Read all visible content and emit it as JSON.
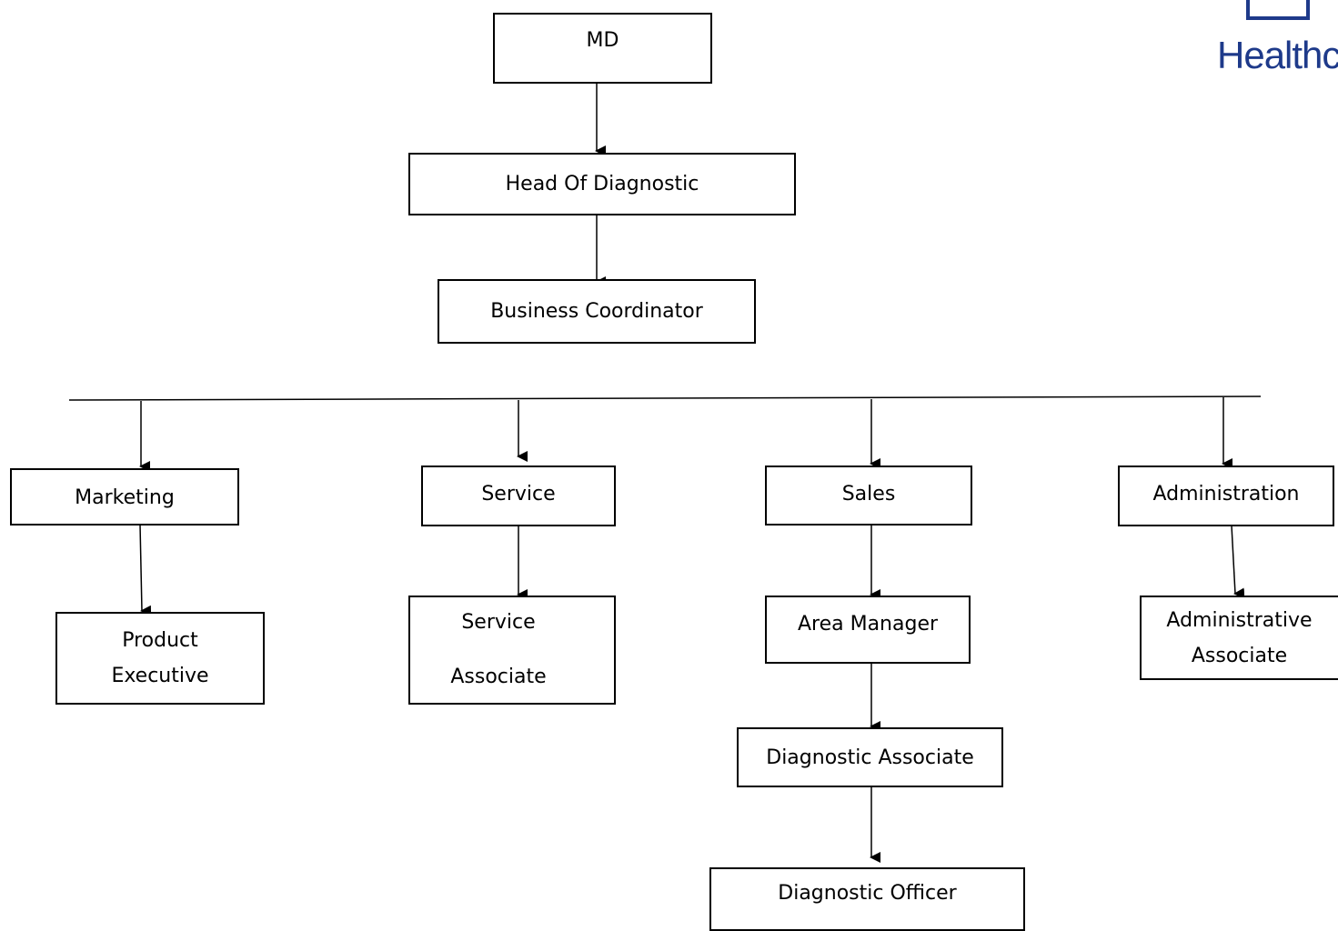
{
  "org_chart": {
    "md": "MD",
    "head_of_diagnostic": "Head Of Diagnostic",
    "business_coordinator": "Business Coordinator",
    "departments": {
      "marketing": "Marketing",
      "service": "Service",
      "sales": "Sales",
      "administration": "Administration"
    },
    "roles": {
      "product_executive": [
        "Product",
        "Executive"
      ],
      "service_associate": [
        "Service",
        "Associate"
      ],
      "area_manager": "Area Manager",
      "diagnostic_associate": "Diagnostic Associate",
      "diagnostic_officer": "Diagnostic Officer",
      "administrative_associate": [
        "Administrative",
        "Associate"
      ]
    }
  },
  "logo": {
    "text": "Healthc",
    "color": "#1e3a8a"
  },
  "colors": {
    "line": "#000000",
    "box_border": "#000000",
    "text": "#000000"
  }
}
